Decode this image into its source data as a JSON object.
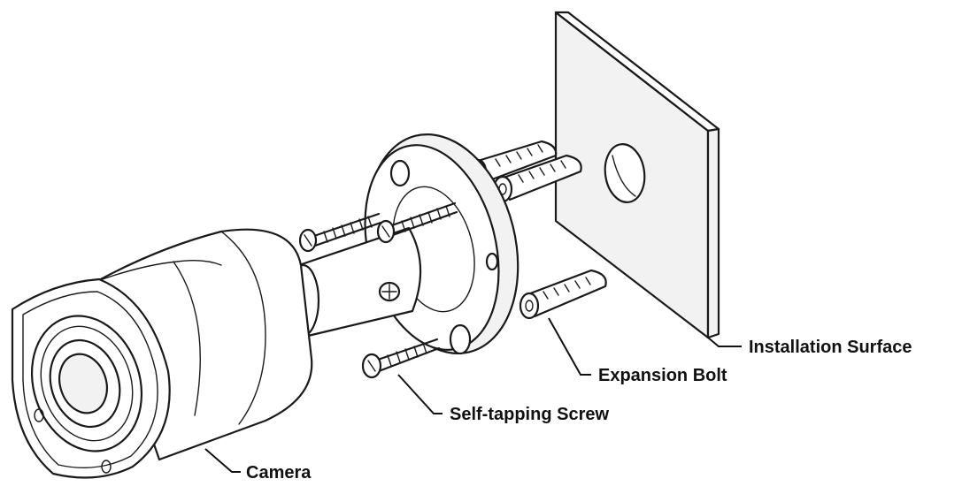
{
  "labels": {
    "installation_surface": "Installation Surface",
    "expansion_bolt": "Expansion Bolt",
    "self_tapping_screw": "Self-tapping Screw",
    "camera": "Camera"
  }
}
